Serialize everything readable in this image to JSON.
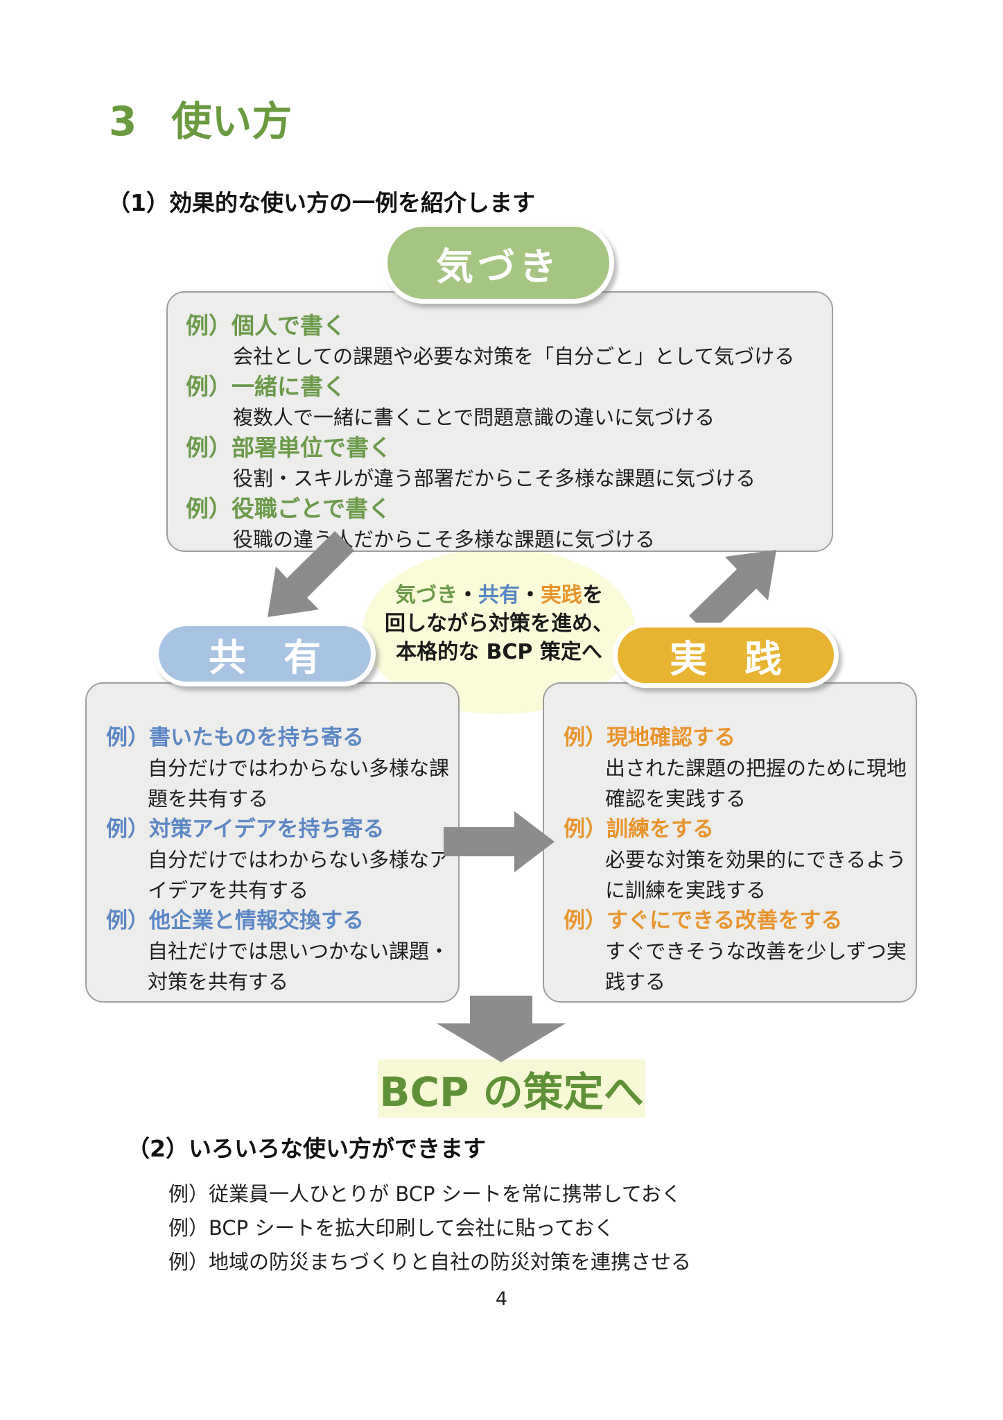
{
  "doc": {
    "title_no": "3",
    "title": "使い方",
    "page_number": "4"
  },
  "section1": {
    "heading": "（1）効果的な使い方の一例を紹介します",
    "awareness": {
      "pill": "気づき",
      "items": [
        {
          "label": "例）個人で書く",
          "desc": "会社としての課題や必要な対策を「自分ごと」として気づける"
        },
        {
          "label": "例）一緒に書く",
          "desc": "複数人で一緒に書くことで問題意識の違いに気づける"
        },
        {
          "label": "例）部署単位で書く",
          "desc": "役割・スキルが違う部署だからこそ多様な課題に気づける"
        },
        {
          "label": "例）役職ごとで書く",
          "desc": "役職の違う人だからこそ多様な課題に気づける"
        }
      ]
    },
    "share": {
      "pill": "共　有",
      "items": [
        {
          "label": "例）書いたものを持ち寄る",
          "desc": "自分だけではわからない多様な課題を共有する"
        },
        {
          "label": "例）対策アイデアを持ち寄る",
          "desc": "自分だけではわからない多様なアイデアを共有する"
        },
        {
          "label": "例）他企業と情報交換する",
          "desc": "自社だけでは思いつかない課題・対策を共有する"
        }
      ]
    },
    "practice": {
      "pill": "実　践",
      "items": [
        {
          "label": "例）現地確認する",
          "desc": "出された課題の把握のために現地確認を実践する"
        },
        {
          "label": "例）訓練をする",
          "desc": "必要な対策を効果的にできるように訓練を実践する"
        },
        {
          "label": "例）すぐにできる改善をする",
          "desc": "すぐできそうな改善を少しずつ実践する"
        }
      ]
    },
    "cycle_note": {
      "w1": "気づき",
      "d1": "・",
      "w2": "共有",
      "d2": "・",
      "w3": "実践",
      "suffix": "を",
      "line2": "回しながら対策を進め、",
      "line3": "本格的な BCP 策定へ"
    },
    "goal": "BCP の策定へ"
  },
  "section2": {
    "heading": "（2）いろいろな使い方ができます",
    "examples": [
      "例）従業員一人ひとりが BCP シートを常に携帯しておく",
      "例）BCP シートを拡大印刷して会社に貼っておく",
      "例）地域の防災まちづくりと自社の防災対策を連携させる"
    ]
  },
  "colors": {
    "title_green": "#6a9a3f",
    "pill_green": "#a6c583",
    "pill_blue": "#a8c4e2",
    "pill_gold": "#e7b331",
    "label_green": "#6b9a4a",
    "label_blue": "#5b87c5",
    "label_orange": "#e8942c",
    "arrow_gray": "#8c8c8c",
    "box_bg": "#ededec",
    "ellipse_yellow": "#fafbd8",
    "goal_bg": "#f6f8d6",
    "goal_green": "#5f9238"
  }
}
